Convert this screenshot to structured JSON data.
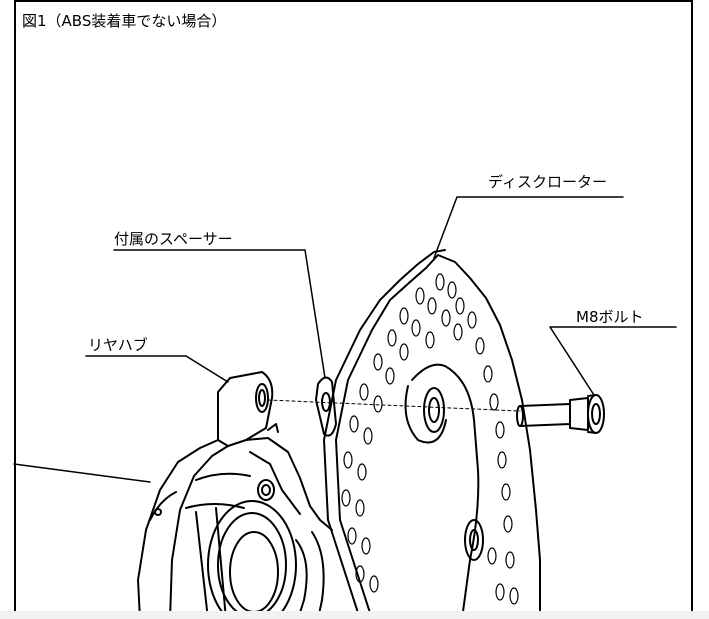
{
  "figure": {
    "title": "図1（ABS装着車でない場合）",
    "labels": {
      "disc_rotor": "ディスクローター",
      "spacer": "付属のスペーサー",
      "bolt": "M8ボルト",
      "rear_hub": "リヤハブ"
    }
  }
}
